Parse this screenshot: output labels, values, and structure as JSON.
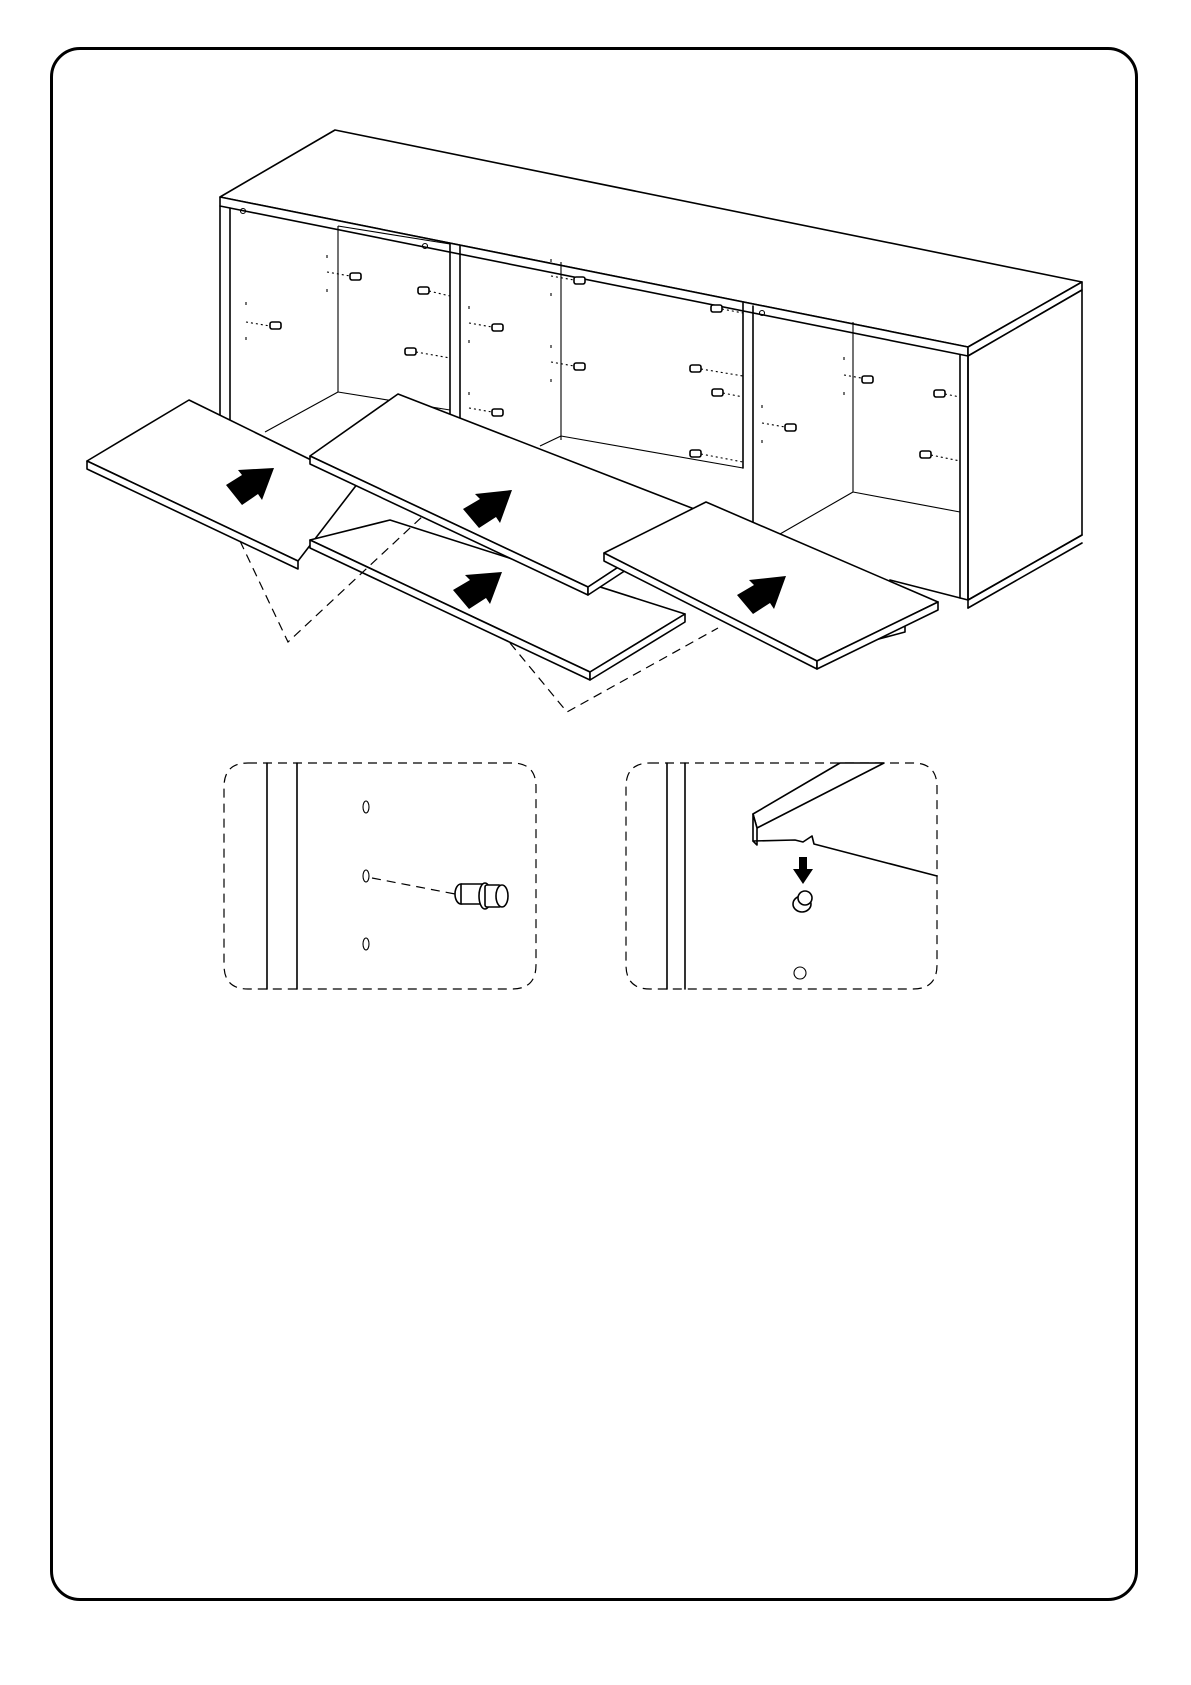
{
  "document": {
    "type": "assembly-instruction-step",
    "step_description": "",
    "colors": {
      "line": "#000000",
      "background": "#ffffff"
    }
  },
  "main_illustration": {
    "subject": "sideboard-cabinet-shelf-insertion",
    "shelf_count": 4,
    "icons": [
      "arrow-insert-icon",
      "shelf-pin-icon"
    ]
  },
  "detail_views": [
    {
      "name": "detail-pin-insertion",
      "icon": "shelf-pin-icon"
    },
    {
      "name": "detail-shelf-seating",
      "icon": "arrow-down-icon"
    }
  ]
}
